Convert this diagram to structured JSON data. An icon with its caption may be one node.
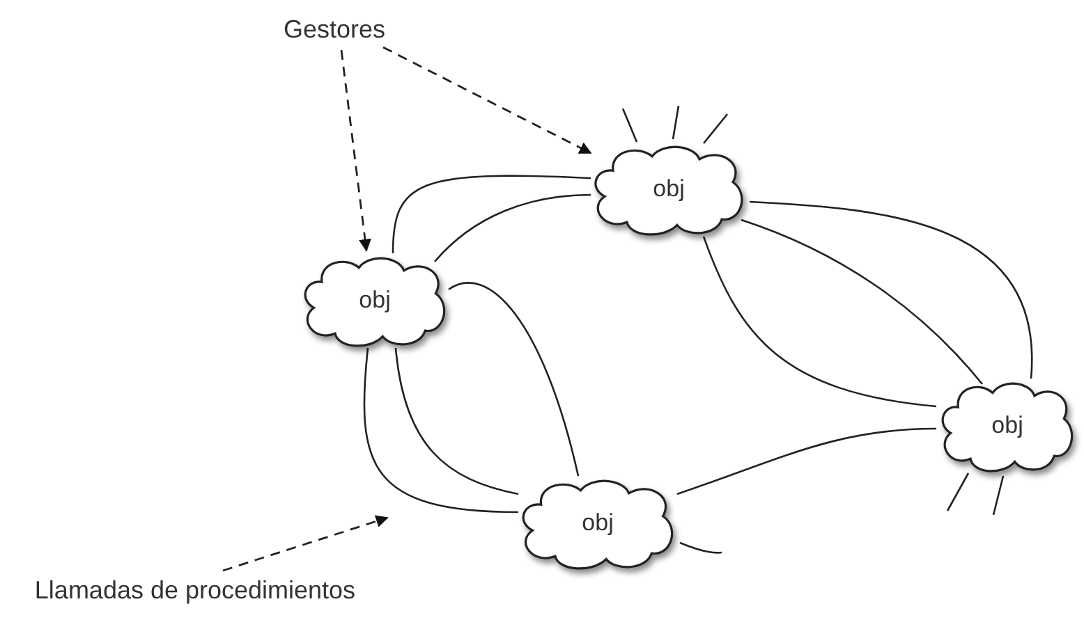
{
  "diagram": {
    "nodes": [
      {
        "text": [
          "Gestores"
        ]
      },
      {
        "text": [
          "obj"
        ]
      },
      {
        "text": [
          "obj"
        ]
      },
      {
        "text": [
          "obj"
        ]
      },
      {
        "text": [
          "obj"
        ]
      },
      {
        "text": [
          "Llamadas de procedimientos"
        ]
      }
    ],
    "edges": [
      {
        "from": 0,
        "to": 2,
        "arrow": "to",
        "style": "dashed"
      },
      {
        "from": 0,
        "to": 1,
        "arrow": "to",
        "style": "dashed"
      },
      {
        "from": 5,
        "to": null,
        "arrow": "to",
        "style": "dashed"
      },
      {
        "from": 2,
        "to": 1,
        "arrow": "none"
      },
      {
        "from": 2,
        "to": 1,
        "arrow": "none"
      },
      {
        "from": 2,
        "to": 4,
        "arrow": "none"
      },
      {
        "from": 2,
        "to": 4,
        "arrow": "none"
      },
      {
        "from": 2,
        "to": 4,
        "arrow": "none"
      },
      {
        "from": 1,
        "to": 3,
        "arrow": "none"
      },
      {
        "from": 1,
        "to": 3,
        "arrow": "none"
      },
      {
        "from": 1,
        "to": 3,
        "arrow": "none"
      },
      {
        "from": 4,
        "to": 3,
        "arrow": "none"
      },
      {
        "from": 1,
        "to": null,
        "arrow": "none"
      },
      {
        "from": 1,
        "to": null,
        "arrow": "none"
      },
      {
        "from": 1,
        "to": null,
        "arrow": "none"
      },
      {
        "from": 3,
        "to": null,
        "arrow": "none"
      },
      {
        "from": 3,
        "to": null,
        "arrow": "none"
      },
      {
        "from": 4,
        "to": null,
        "arrow": "none"
      }
    ]
  }
}
